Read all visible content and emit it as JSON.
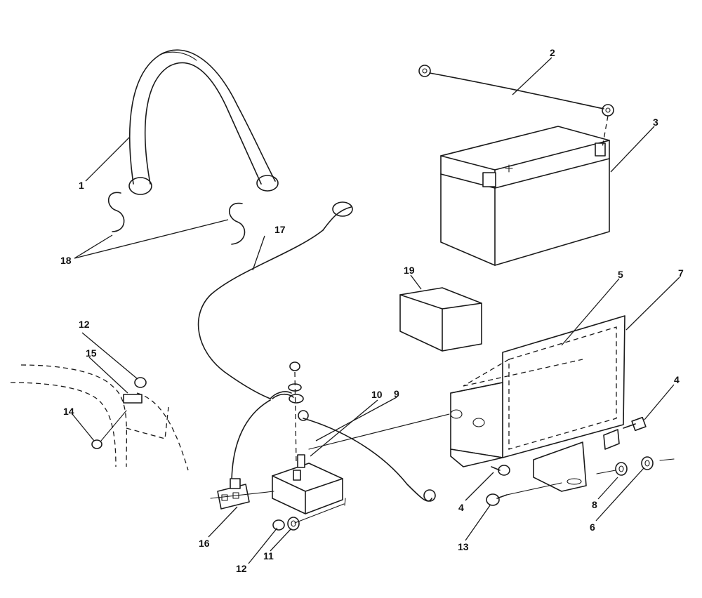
{
  "callouts": [
    {
      "id": "c1",
      "number": "1"
    },
    {
      "id": "c2",
      "number": "2"
    },
    {
      "id": "c3",
      "number": "3"
    },
    {
      "id": "c4a",
      "number": "4"
    },
    {
      "id": "c4b",
      "number": "4"
    },
    {
      "id": "c5",
      "number": "5"
    },
    {
      "id": "c6",
      "number": "6"
    },
    {
      "id": "c7",
      "number": "7"
    },
    {
      "id": "c8",
      "number": "8"
    },
    {
      "id": "c9",
      "number": "9"
    },
    {
      "id": "c10",
      "number": "10"
    },
    {
      "id": "c11",
      "number": "11"
    },
    {
      "id": "c12a",
      "number": "12"
    },
    {
      "id": "c12b",
      "number": "12"
    },
    {
      "id": "c13",
      "number": "13"
    },
    {
      "id": "c14",
      "number": "14"
    },
    {
      "id": "c15",
      "number": "15"
    },
    {
      "id": "c16",
      "number": "16"
    },
    {
      "id": "c17",
      "number": "17"
    },
    {
      "id": "c18",
      "number": "18"
    },
    {
      "id": "c19",
      "number": "19"
    }
  ]
}
